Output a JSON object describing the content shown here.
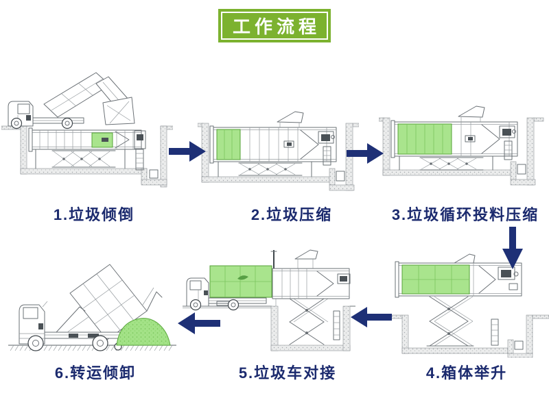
{
  "title": {
    "text": "工作流程"
  },
  "steps": [
    {
      "id": 1,
      "label": "1.垃圾倾倒",
      "illustration": "dump-truck-tipping-garbage-into-underground-compactor-pit"
    },
    {
      "id": 2,
      "label": "2.垃圾压缩",
      "illustration": "compactor-container-in-pit-with-small-compressed-block"
    },
    {
      "id": 3,
      "label": "3.垃圾循环投料压缩",
      "illustration": "compactor-container-in-pit-with-large-compressed-block"
    },
    {
      "id": 4,
      "label": "4.箱体举升",
      "illustration": "container-raised-above-pit-on-scissor-lift"
    },
    {
      "id": 5,
      "label": "5.垃圾车对接",
      "illustration": "transfer-truck-docking-with-raised-container"
    },
    {
      "id": 6,
      "label": "6.转运倾卸",
      "illustration": "truck-tipping-frame-unloading-garbage-mound"
    }
  ],
  "flow_arrows": [
    {
      "from": 1,
      "to": 2,
      "direction": "right"
    },
    {
      "from": 2,
      "to": 3,
      "direction": "right"
    },
    {
      "from": 3,
      "to": 4,
      "direction": "down"
    },
    {
      "from": 4,
      "to": 5,
      "direction": "left"
    },
    {
      "from": 5,
      "to": 6,
      "direction": "left"
    }
  ],
  "colors": {
    "title_background": "#7cb22f",
    "title_text": "#ffffff",
    "step_label": "#1b2a6e",
    "arrow": "#1e3076",
    "garbage_highlight": "#a9e48d",
    "garbage_highlight_border": "#55a238",
    "garbage_mound": "#a3e287",
    "line_art": "#6a7075",
    "page_background": "#ffffff"
  }
}
